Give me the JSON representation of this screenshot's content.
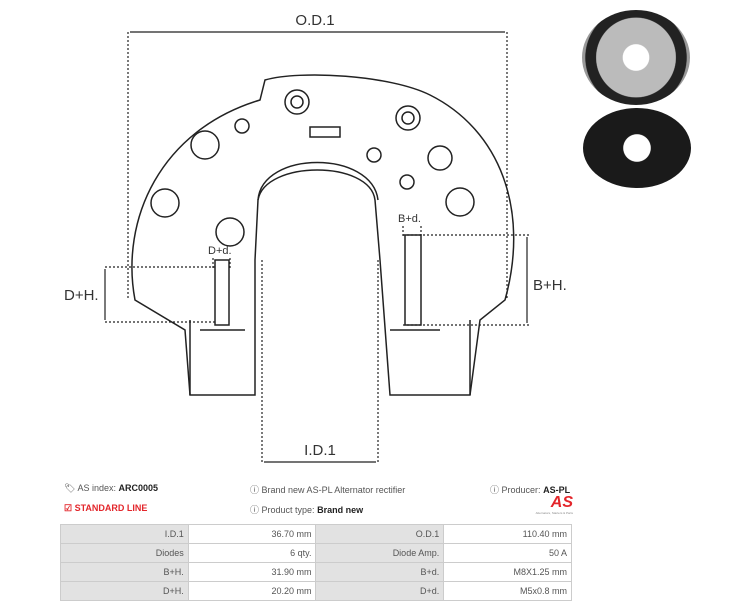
{
  "drawing": {
    "od": "O.D.1",
    "id": "I.D.1",
    "dh": "D+H.",
    "bh": "B+H.",
    "dd": "D+d.",
    "bd": "B+d."
  },
  "info": {
    "as_index_label": "AS index:",
    "as_index": "ARC0005",
    "description": "Brand new AS-PL Alternator rectifier",
    "producer_label": "Producer:",
    "producer": "AS-PL",
    "line": "STANDARD LINE",
    "type_label": "Product type:",
    "type": "Brand new",
    "logo": "AS",
    "logo_sub": "Alternators, Starters & Parts"
  },
  "specs": [
    [
      "I.D.1",
      "36.70 mm",
      "O.D.1",
      "110.40 mm"
    ],
    [
      "Diodes",
      "6 qty.",
      "Diode Amp.",
      "50 A"
    ],
    [
      "B+H.",
      "31.90 mm",
      "B+d.",
      "M8X1.25 mm"
    ],
    [
      "D+H.",
      "20.20 mm",
      "D+d.",
      "M5x0.8 mm"
    ]
  ],
  "colors": {
    "accent": "#e3262b"
  }
}
